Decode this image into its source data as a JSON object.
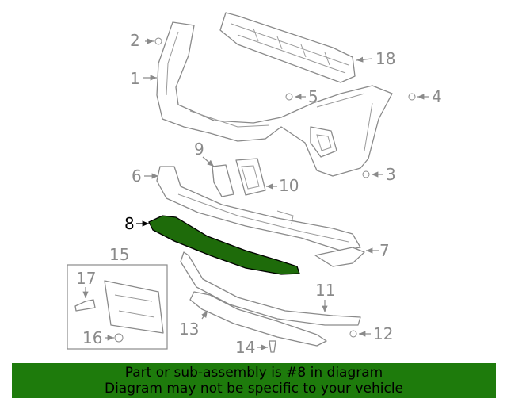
{
  "diagram": {
    "callouts": {
      "c1": "1",
      "c2": "2",
      "c3": "3",
      "c4": "4",
      "c5": "5",
      "c6": "6",
      "c7": "7",
      "c8": "8",
      "c9": "9",
      "c10": "10",
      "c11": "11",
      "c12": "12",
      "c13": "13",
      "c14": "14",
      "c15": "15",
      "c16": "16",
      "c17": "17",
      "c18": "18"
    },
    "highlight_color": "#1e6b0a",
    "highlighted_part": "8"
  },
  "banner": {
    "line1": "Part or sub-assembly is #8 in diagram",
    "line2": "Diagram may not be specific to your vehicle",
    "background": "#1e7b0c"
  }
}
